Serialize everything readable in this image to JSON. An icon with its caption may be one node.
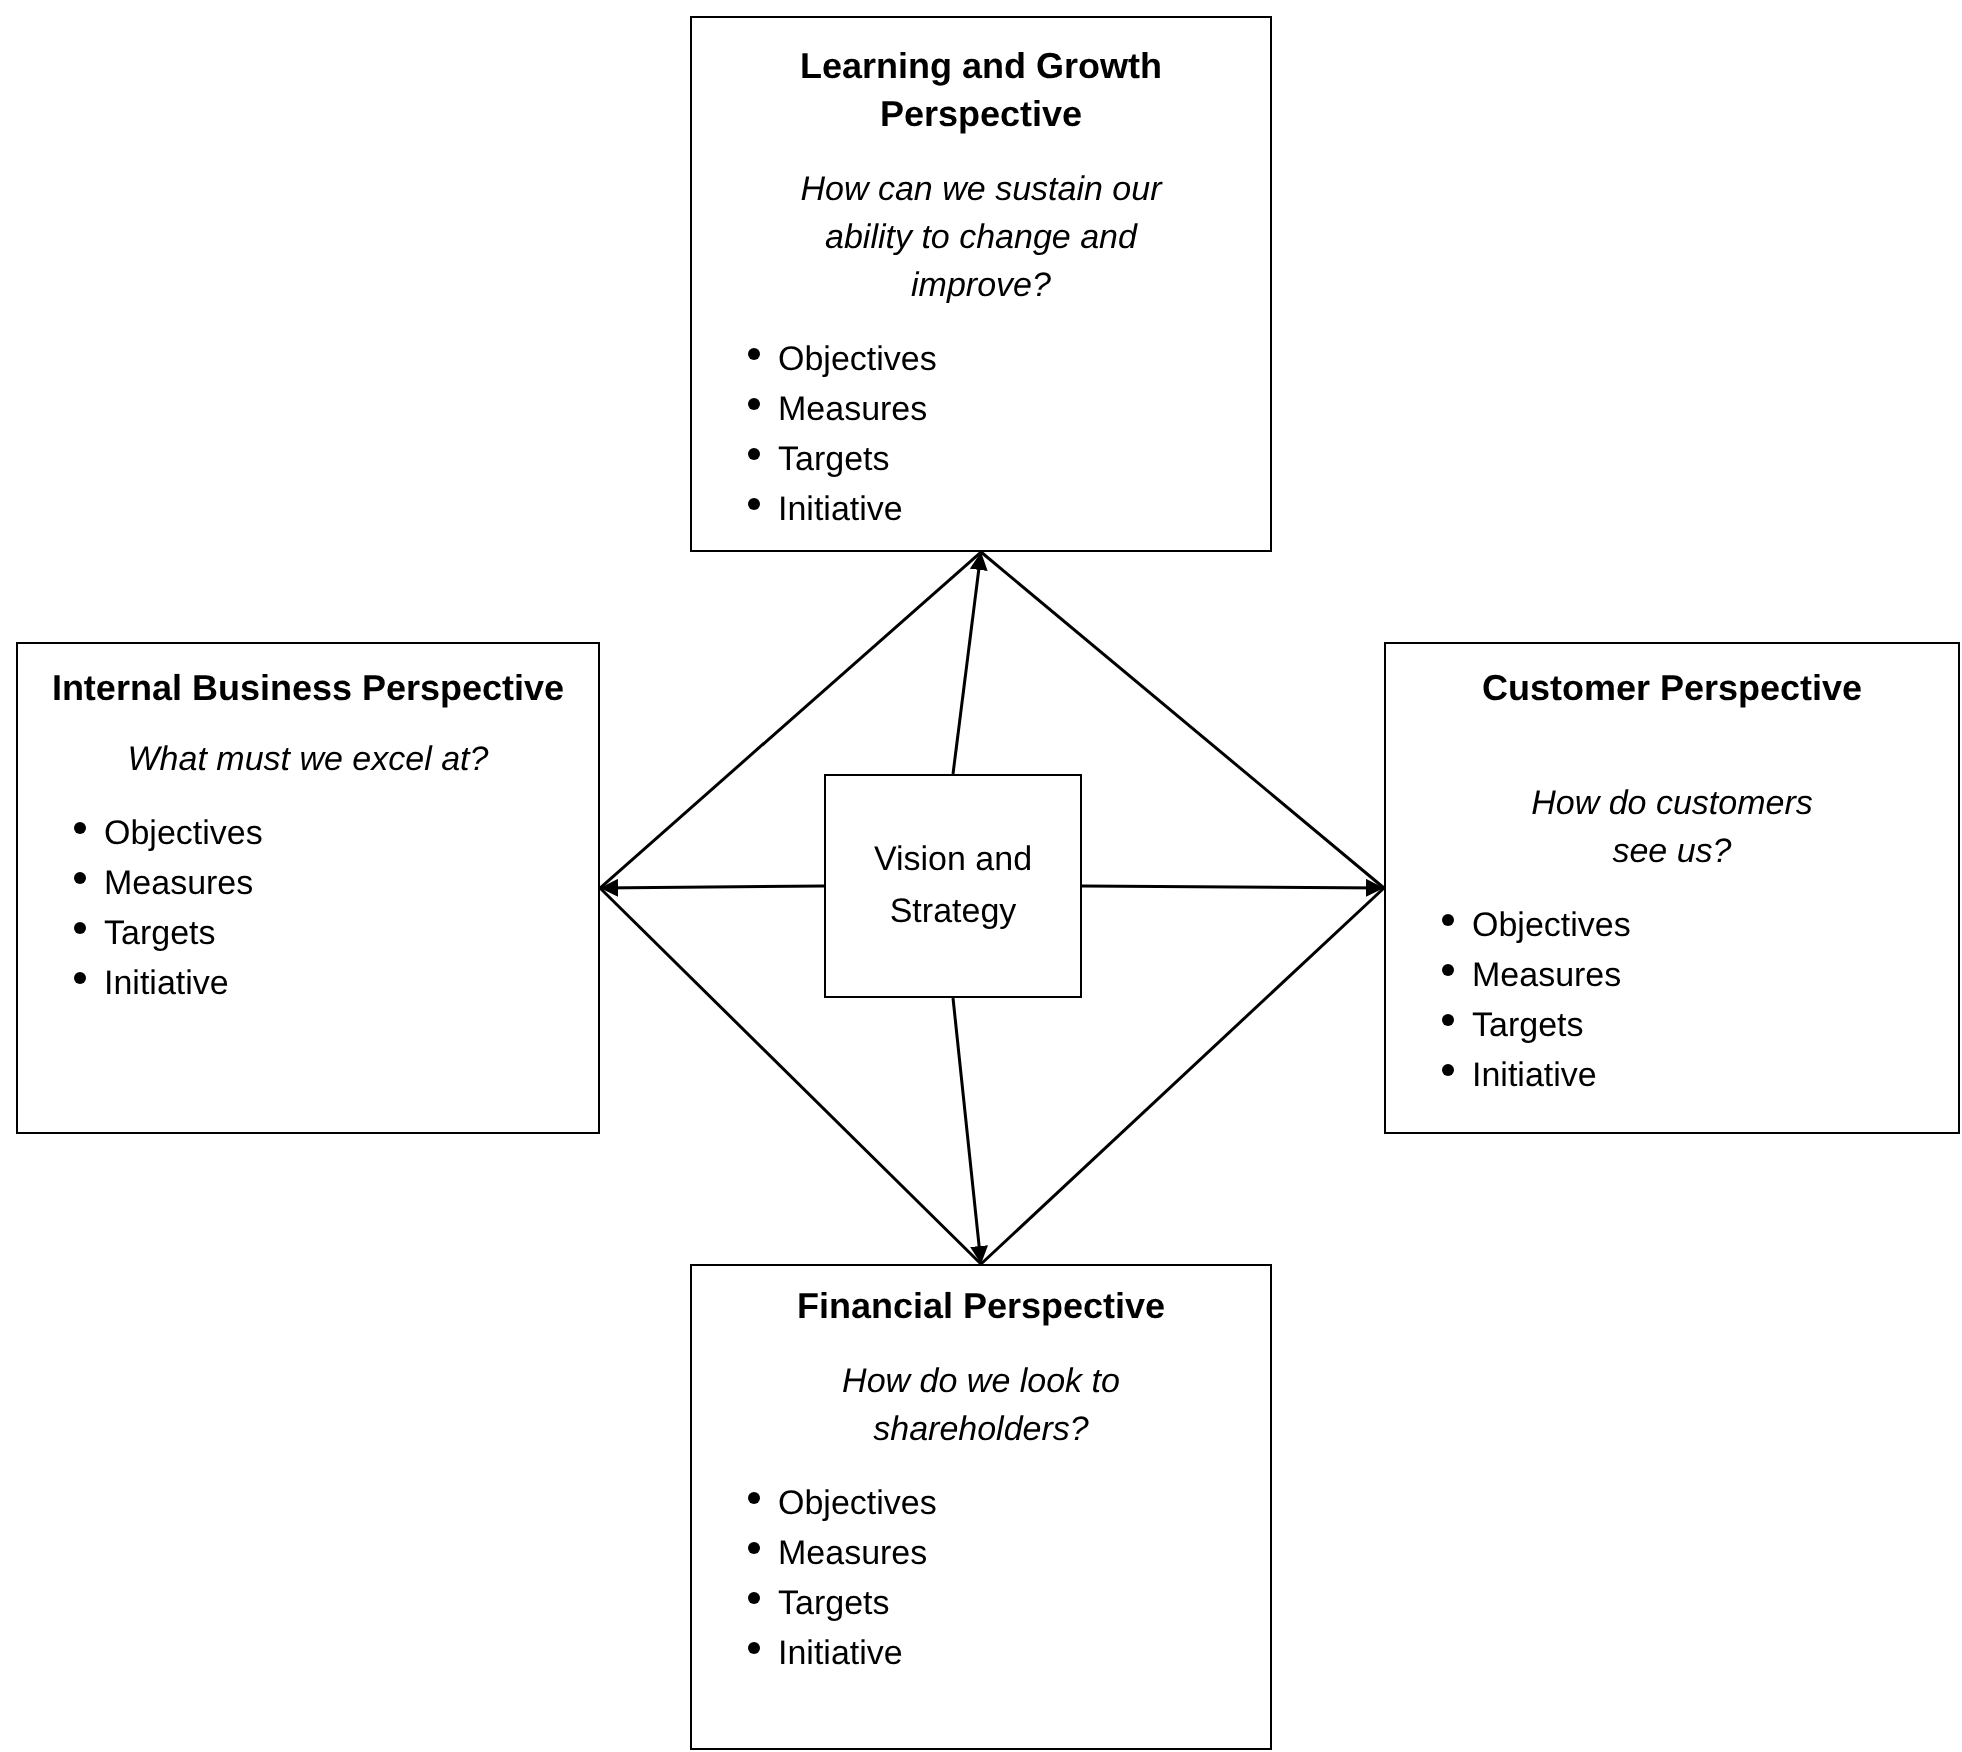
{
  "diagram": {
    "nodes": [
      {
        "text": [
          "Learning and Growth Perspective",
          "How can we sustain our ability to change and improve?",
          "Objectives",
          "Measures",
          "Targets",
          "Initiative"
        ]
      },
      {
        "text": [
          "Internal Business Perspective",
          "What must we excel at?",
          "Objectives",
          "Measures",
          "Targets",
          "Initiative"
        ]
      },
      {
        "text": [
          "Vision and Strategy"
        ]
      },
      {
        "text": [
          "Customer Perspective",
          "How do customers see us?",
          "Objectives",
          "Measures",
          "Targets",
          "Initiative"
        ]
      },
      {
        "text": [
          "Financial Perspective",
          "How do we look to shareholders?",
          "Objectives",
          "Measures",
          "Targets",
          "Initiative"
        ]
      }
    ],
    "edges": [
      {
        "from": 2,
        "to": 0,
        "arrow": "to"
      },
      {
        "from": 2,
        "to": 1,
        "arrow": "to"
      },
      {
        "from": 2,
        "to": 3,
        "arrow": "to"
      },
      {
        "from": 2,
        "to": 4,
        "arrow": "to"
      },
      {
        "from": 0,
        "to": 1,
        "arrow": "none"
      },
      {
        "from": 0,
        "to": 3,
        "arrow": "none"
      },
      {
        "from": 1,
        "to": 4,
        "arrow": "none"
      },
      {
        "from": 3,
        "to": 4,
        "arrow": "none"
      }
    ]
  }
}
